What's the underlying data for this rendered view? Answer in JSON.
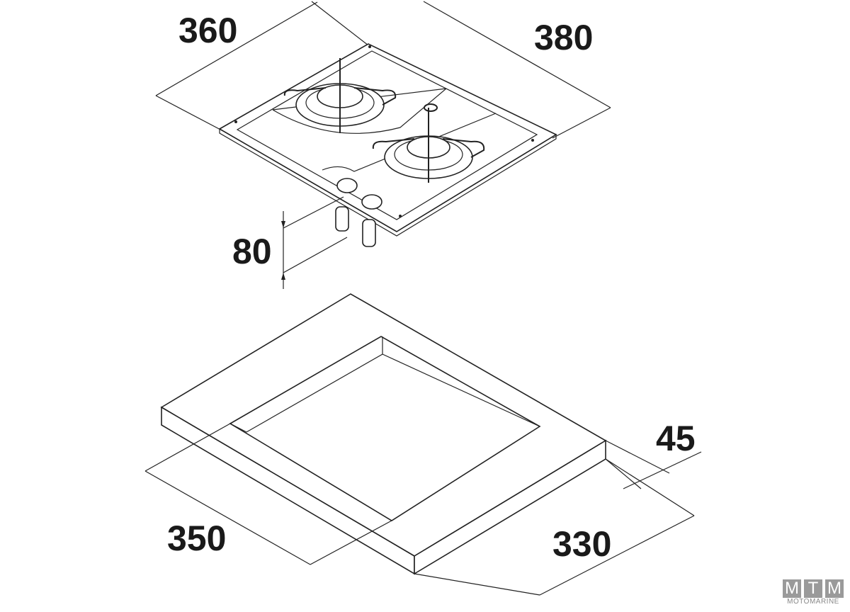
{
  "dimensions": {
    "hob_depth": "360",
    "hob_width": "380",
    "hob_height_below": "80",
    "cutout_thickness": "45",
    "cutout_width": "350",
    "cutout_depth": "330"
  },
  "logo": {
    "letters": [
      "M",
      "T",
      "M"
    ],
    "name": "MOTOMARINE"
  }
}
